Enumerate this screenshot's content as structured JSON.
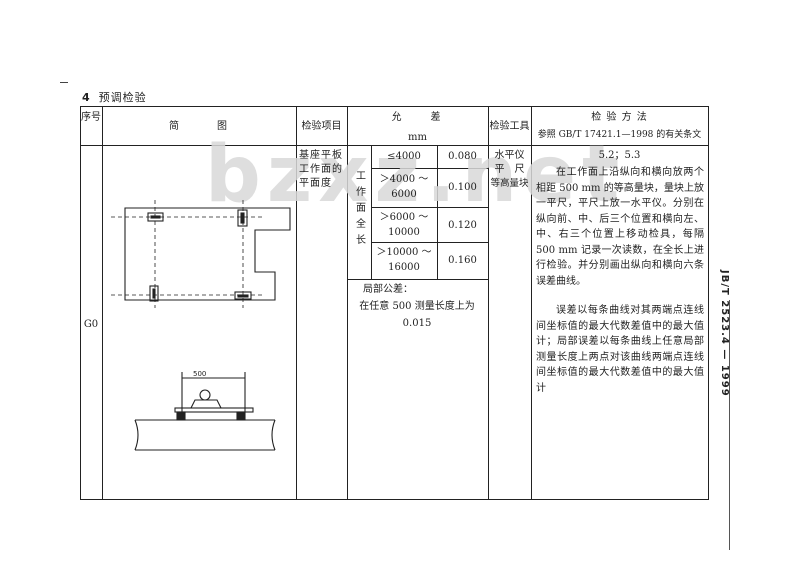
{
  "section": {
    "number": "4",
    "title": "预调检验"
  },
  "watermark": "bzxz.net",
  "side_code": "JB/T 2523.4 — 1999",
  "headers": {
    "seq": "序号",
    "diagram": "简　　　图",
    "item": "检验项目",
    "tolerance": "允　　差",
    "tolerance_unit": "mm",
    "tool": "检验工具",
    "method": "检 验 方 法",
    "method_ref": "参照 GB/T 17421.1—1998 的有关条文"
  },
  "row": {
    "seq": "G0",
    "item": "基座平板工作面的平面度",
    "range_label": "工作面全长",
    "ranges": [
      {
        "range": "≤4000",
        "value": "0.080"
      },
      {
        "range": "＞4000 ～6000",
        "value": "0.100"
      },
      {
        "range": "＞6000 ～10000",
        "value": "0.120"
      },
      {
        "range": "＞10000 ～16000",
        "value": "0.160"
      }
    ],
    "local_title": "局部公差：",
    "local_text": "在任意 500 测量长度上为 0.015",
    "tools": [
      "水平仪",
      "平　尺",
      "等高量块"
    ],
    "method_clause": "5.2；5.3",
    "method_p1": "在工作面上沿纵向和横向放两个相距 500 mm 的等高量块，量块上放一平尺，平尺上放一水平仪。分别在纵向前、中、后三个位置和横向左、中、右三个位置上移动检具，每隔 500 mm 记录一次读数，在全长上进行检验。并分别画出纵向和横向六条误差曲线。",
    "method_p2": "误差以每条曲线对其两端点连线间坐标值的最大代数差值中的最大值计；局部误差以每条曲线上任意局部测量长度上两点对该曲线两端点连线间坐标值的最大代数差值中的最大值计",
    "dimension_label": "500"
  }
}
